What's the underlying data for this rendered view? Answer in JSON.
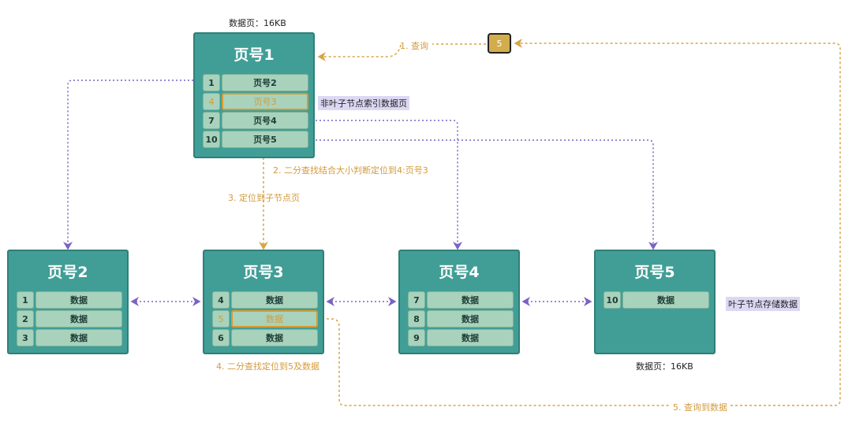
{
  "top_size_label": "数据页：16KB",
  "bottom_size_label": "数据页：16KB",
  "query_value": "5",
  "steps": {
    "step1": "1. 查询",
    "step2": "2. 二分查找结合大小判断定位到4:页号3",
    "step3": "3. 定位到子节点页",
    "step4": "4. 二分查找定位到5及数据",
    "step5": "5. 查询到数据"
  },
  "tags": {
    "non_leaf": "非叶子节点索引数据页",
    "leaf": "叶子节点存储数据"
  },
  "root": {
    "title": "页号1",
    "rows": [
      {
        "key": "1",
        "value": "页号2",
        "highlight": false
      },
      {
        "key": "4",
        "value": "页号3",
        "highlight": true
      },
      {
        "key": "7",
        "value": "页号4",
        "highlight": false
      },
      {
        "key": "10",
        "value": "页号5",
        "highlight": false
      }
    ]
  },
  "leaves": [
    {
      "title": "页号2",
      "rows": [
        {
          "key": "1",
          "value": "数据",
          "highlight": false
        },
        {
          "key": "2",
          "value": "数据",
          "highlight": false
        },
        {
          "key": "3",
          "value": "数据",
          "highlight": false
        }
      ]
    },
    {
      "title": "页号3",
      "rows": [
        {
          "key": "4",
          "value": "数据",
          "highlight": false
        },
        {
          "key": "5",
          "value": "数据",
          "highlight": true
        },
        {
          "key": "6",
          "value": "数据",
          "highlight": false
        }
      ]
    },
    {
      "title": "页号4",
      "rows": [
        {
          "key": "7",
          "value": "数据",
          "highlight": false
        },
        {
          "key": "8",
          "value": "数据",
          "highlight": false
        },
        {
          "key": "9",
          "value": "数据",
          "highlight": false
        }
      ]
    },
    {
      "title": "页号5",
      "rows": [
        {
          "key": "10",
          "value": "数据",
          "highlight": false
        }
      ]
    }
  ],
  "colors": {
    "page_fill": "#419e96",
    "row_fill": "#a8d2bb",
    "highlight": "#d99a2f",
    "purple_link": "#7b62c4",
    "orange_link": "#d9a447",
    "tag_fill": "#dcd8f4"
  }
}
